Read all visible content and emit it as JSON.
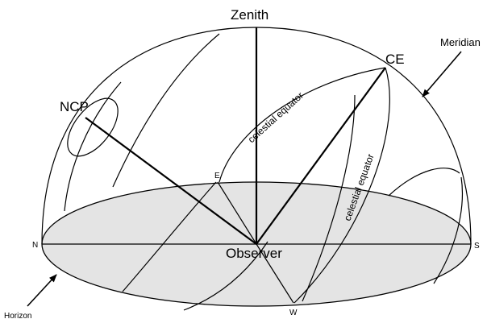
{
  "labels": {
    "zenith": "Zenith",
    "meridian": "Meridian",
    "ce": "CE",
    "ncp": "NCP",
    "celestial_equator_upper": "celestial equator",
    "celestial_equator_right": "celestial equator",
    "east": "E",
    "north": "N",
    "south": "S",
    "west": "W",
    "observer": "Observer",
    "horizon": "Horizon"
  },
  "colors": {
    "horizon_plane_fill": "#e4e4e4",
    "stroke": "#000000",
    "background": "#ffffff"
  }
}
